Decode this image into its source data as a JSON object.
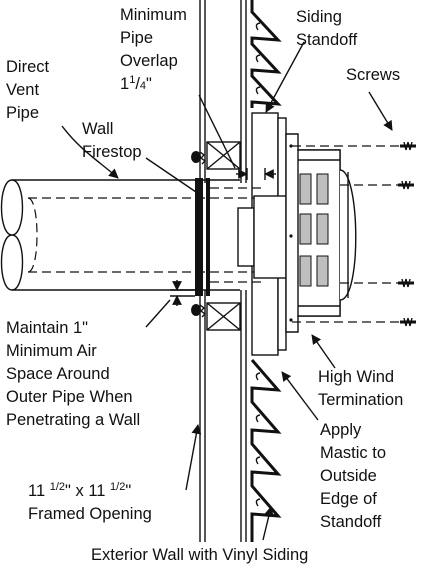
{
  "labels": {
    "min_pipe_overlap": [
      "Minimum",
      "Pipe",
      "Overlap"
    ],
    "overlap_value": {
      "whole": "1",
      "num": "1",
      "den": "4",
      "unit": "\""
    },
    "siding_standoff": [
      "Siding",
      "Standoff"
    ],
    "direct_vent_pipe": [
      "Direct",
      "Vent",
      "Pipe"
    ],
    "screws": "Screws",
    "wall_firestop": [
      "Wall",
      "Firestop"
    ],
    "maintain_air_space": [
      "Maintain 1\"",
      "Minimum Air",
      "Space Around",
      "Outer Pipe When",
      "Penetrating a Wall"
    ],
    "high_wind_termination": [
      "High Wind",
      "Termination"
    ],
    "apply_mastic": [
      "Apply",
      "Mastic to",
      "Outside",
      "Edge of",
      "Standoff"
    ],
    "framed_opening_dim": {
      "a": "11",
      "a_frac": "1/2",
      "b": "11",
      "b_frac": "1/2",
      "sep": "\" x ",
      "end": "\""
    },
    "framed_opening": "Framed Opening",
    "exterior_wall": "Exterior Wall with Vinyl Siding"
  }
}
